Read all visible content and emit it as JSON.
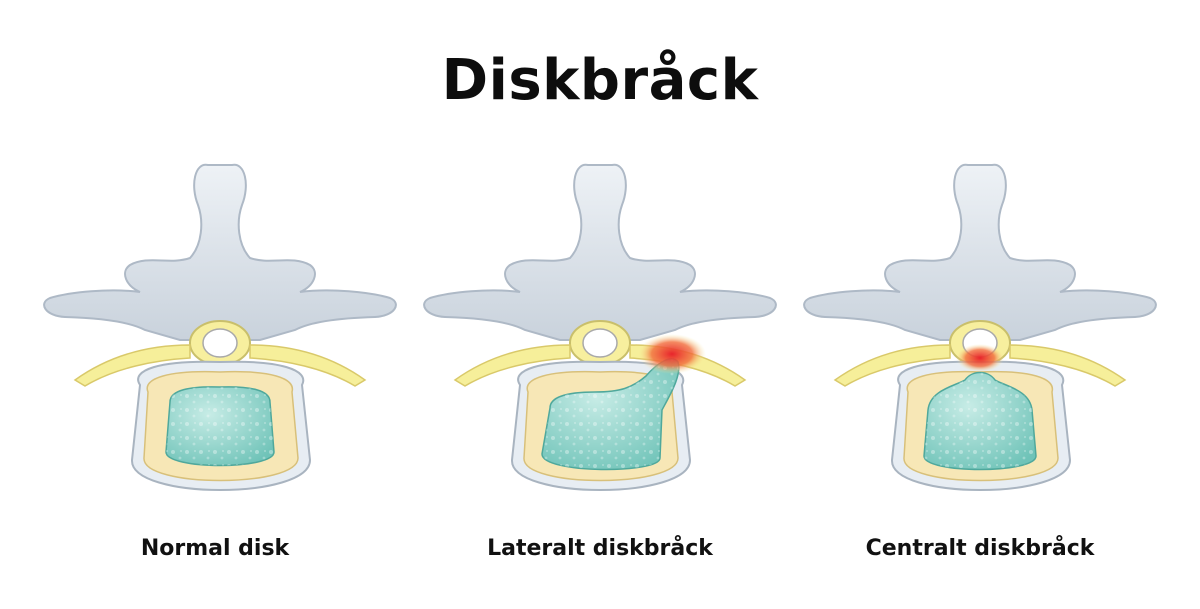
{
  "title": "Diskbråck",
  "panels": [
    {
      "label": "Normal disk",
      "condition": "normal"
    },
    {
      "label": "Lateralt diskbråck",
      "condition": "lateral"
    },
    {
      "label": "Centralt diskbråck",
      "condition": "central"
    }
  ],
  "colors": {
    "bone": "#dde3ea",
    "bone_shadow": "#b7c2ce",
    "annulus": "#f7e7b6",
    "nucleus": "#8fd3c9",
    "nerve": "#f6ef9a",
    "inflammation": "#e8323a"
  }
}
